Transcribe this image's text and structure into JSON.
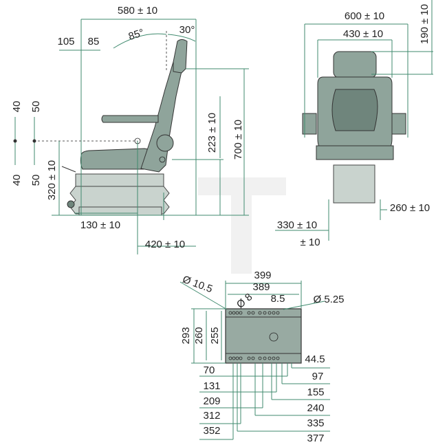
{
  "side_view": {
    "overall_depth": "580 ± 10",
    "adjust_rear": "105",
    "adjust_front": "85",
    "backrest_angle_fwd": "85°",
    "backrest_angle_back": "30°",
    "armrest_height": "223 ± 10",
    "overall_height": "700 ± 10",
    "seat_height": "320 ± 10",
    "base_offset": "130 ± 10",
    "base_depth": "420 ± 10",
    "stroke_up_1": "40",
    "stroke_down_1": "40",
    "stroke_up_2": "50",
    "stroke_down_2": "50"
  },
  "front_view": {
    "overall_width": "600 ± 10",
    "backrest_width": "430 ± 10",
    "headrest_adjust": "190 ± 10",
    "base_width": "260 ± 10",
    "seat_width": "330 ± 10",
    "seat_width_tol": "± 10"
  },
  "mounting_plate": {
    "outer_width": "399",
    "hole_span": "389",
    "dia_large": "Ø 10.5",
    "dia_mid": "Ø 8",
    "dia_small": "Ø 5.25",
    "edge_offset": "8.5",
    "height_outer": "293",
    "height_mid": "260",
    "height_inner": "255",
    "right_dims": [
      "44.5",
      "97",
      "155",
      "240",
      "335",
      "377"
    ],
    "left_dims": [
      "70",
      "131",
      "209",
      "312",
      "352"
    ]
  },
  "colors": {
    "dimension_line": "#3f8a6e",
    "seat": "#8fa49b"
  }
}
